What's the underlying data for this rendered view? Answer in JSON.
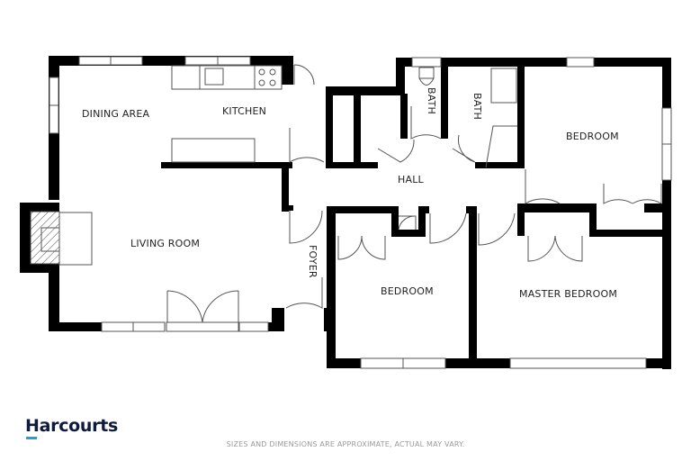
{
  "floorplan": {
    "rooms": [
      {
        "id": "dining",
        "label": "DINING AREA"
      },
      {
        "id": "kitchen",
        "label": "KITCHEN"
      },
      {
        "id": "living",
        "label": "LIVING ROOM"
      },
      {
        "id": "foyer",
        "label": "FOYER"
      },
      {
        "id": "hall",
        "label": "HALL"
      },
      {
        "id": "bath1",
        "label": "BATH"
      },
      {
        "id": "bath2",
        "label": "BATH"
      },
      {
        "id": "bedroom_ne",
        "label": "BEDROOM"
      },
      {
        "id": "bedroom_s",
        "label": "BEDROOM"
      },
      {
        "id": "master",
        "label": "MASTER BEDROOM"
      }
    ]
  },
  "footer": {
    "brand": "Harcourts",
    "brand_accent_color": "#1fa3d6",
    "disclaimer": "SIZES AND DIMENSIONS ARE APPROXIMATE, ACTUAL MAY VARY."
  }
}
